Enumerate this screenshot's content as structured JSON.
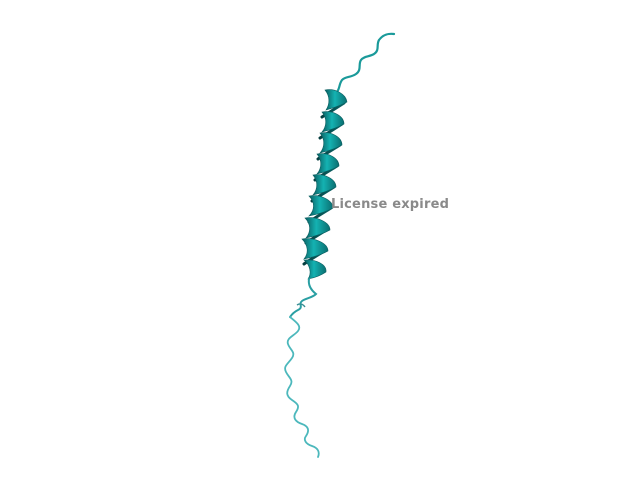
{
  "watermark": {
    "text": "License expired"
  },
  "colors": {
    "background": "#ffffff",
    "helix_light": "#14b2b2",
    "helix_mid": "#0e8f8f",
    "helix_dark": "#0a5e60",
    "coil_upper": "#1a9a9a",
    "coil_lower": "#4cb8bc",
    "watermark": "#8a8a8a"
  },
  "structure": {
    "description_type": "cartoon-ribbon",
    "secondary_elements": [
      "coil-n-terminus",
      "alpha-helix",
      "coil-c-terminus"
    ]
  }
}
